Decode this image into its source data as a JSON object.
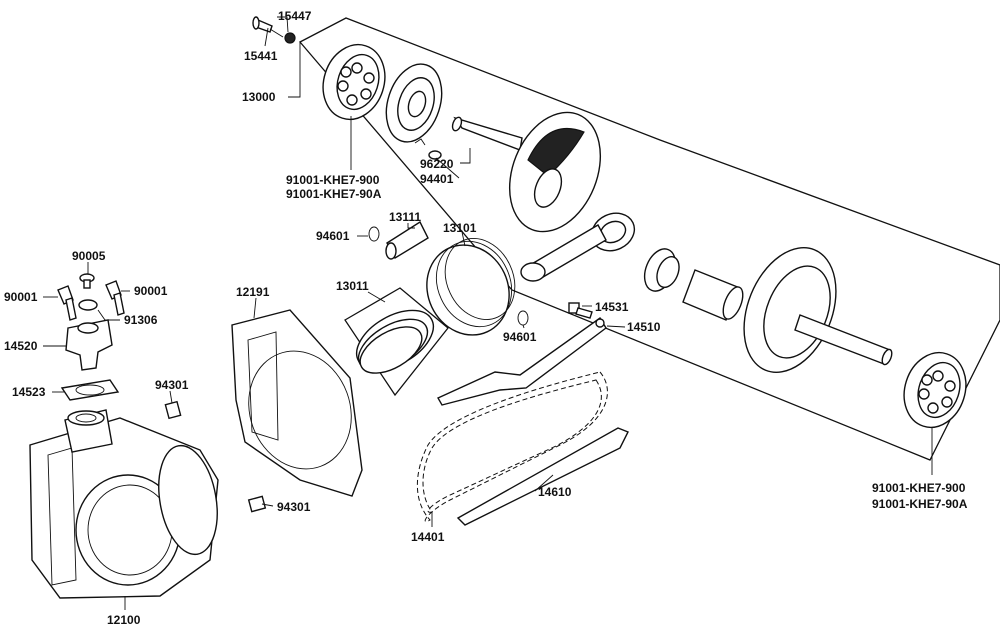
{
  "labels": {
    "p15447": "15447",
    "p15441": "15441",
    "p13000": "13000",
    "p91001_top_a": "91001-KHE7-900",
    "p91001_top_b": "91001-KHE7-90A",
    "p96220": "96220",
    "p94401": "94401",
    "p94601_top": "94601",
    "p13111": "13111",
    "p13101": "13101",
    "p13011": "13011",
    "p94601_bot": "94601",
    "p14531": "14531",
    "p14510": "14510",
    "p90005": "90005",
    "p90001_l": "90001",
    "p90001_r": "90001",
    "p91306": "91306",
    "p14520": "14520",
    "p14523": "14523",
    "p94301_top": "94301",
    "p12191": "12191",
    "p94301_bot": "94301",
    "p14610": "14610",
    "p14401": "14401",
    "p12100": "12100",
    "p91001_bot_a": "91001-KHE7-900",
    "p91001_bot_b": "91001-KHE7-90A"
  },
  "colors": {
    "line": "#111111",
    "background": "#ffffff"
  }
}
